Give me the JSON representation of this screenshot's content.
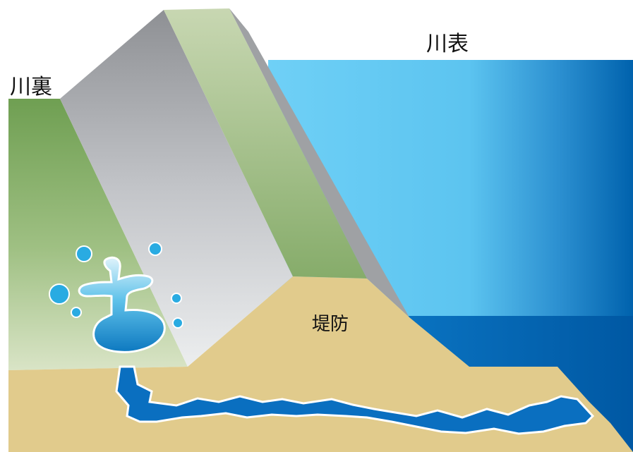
{
  "labels": {
    "landside": "川裏",
    "riverside": "川表",
    "levee": "堤防"
  },
  "colors": {
    "river_light": "#6dd0f6",
    "river_dark": "#0065b0",
    "ground_sand": "#e1cb8c",
    "grass_green": "#7aa95c",
    "concrete_gray": "#a9abaf",
    "seep_water": "#0a6fc0",
    "boil_water": "#29abe2"
  }
}
